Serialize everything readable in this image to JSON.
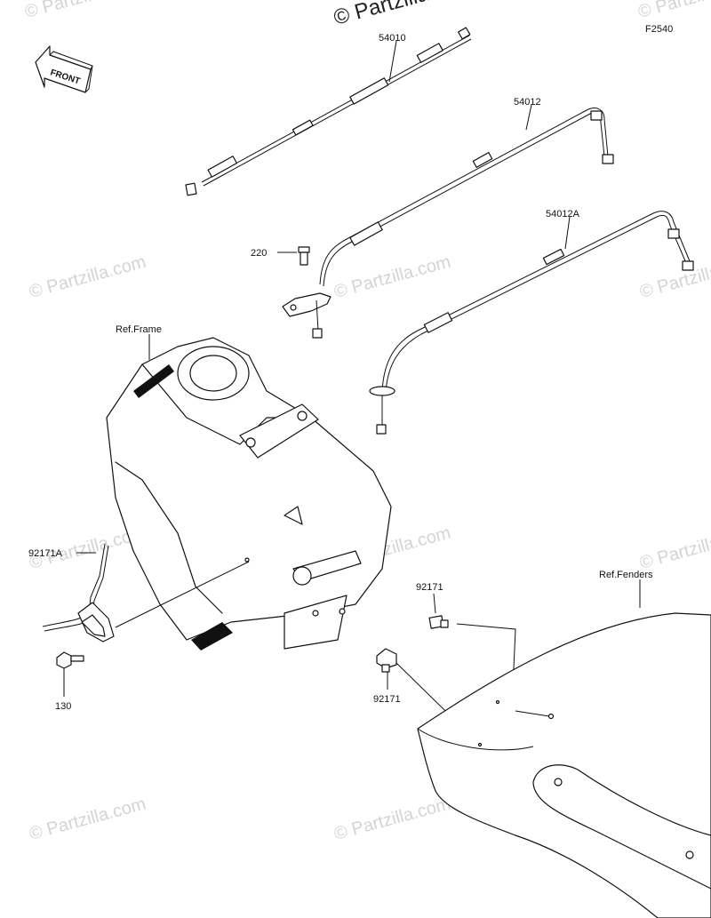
{
  "figure_code": "F2540",
  "watermark_top": "© Partzilla",
  "watermark": "© Partzilla.com",
  "front_label": "FRONT",
  "parts": {
    "cable_54010": "54010",
    "cable_54012": "54012",
    "cable_54012a": "54012A",
    "bolt_220": "220",
    "clamp_92171a": "92171A",
    "bolt_130": "130",
    "clip_92171_upper": "92171",
    "clip_92171_lower": "92171"
  },
  "refs": {
    "frame": "Ref.Frame",
    "fenders": "Ref.Fenders"
  }
}
